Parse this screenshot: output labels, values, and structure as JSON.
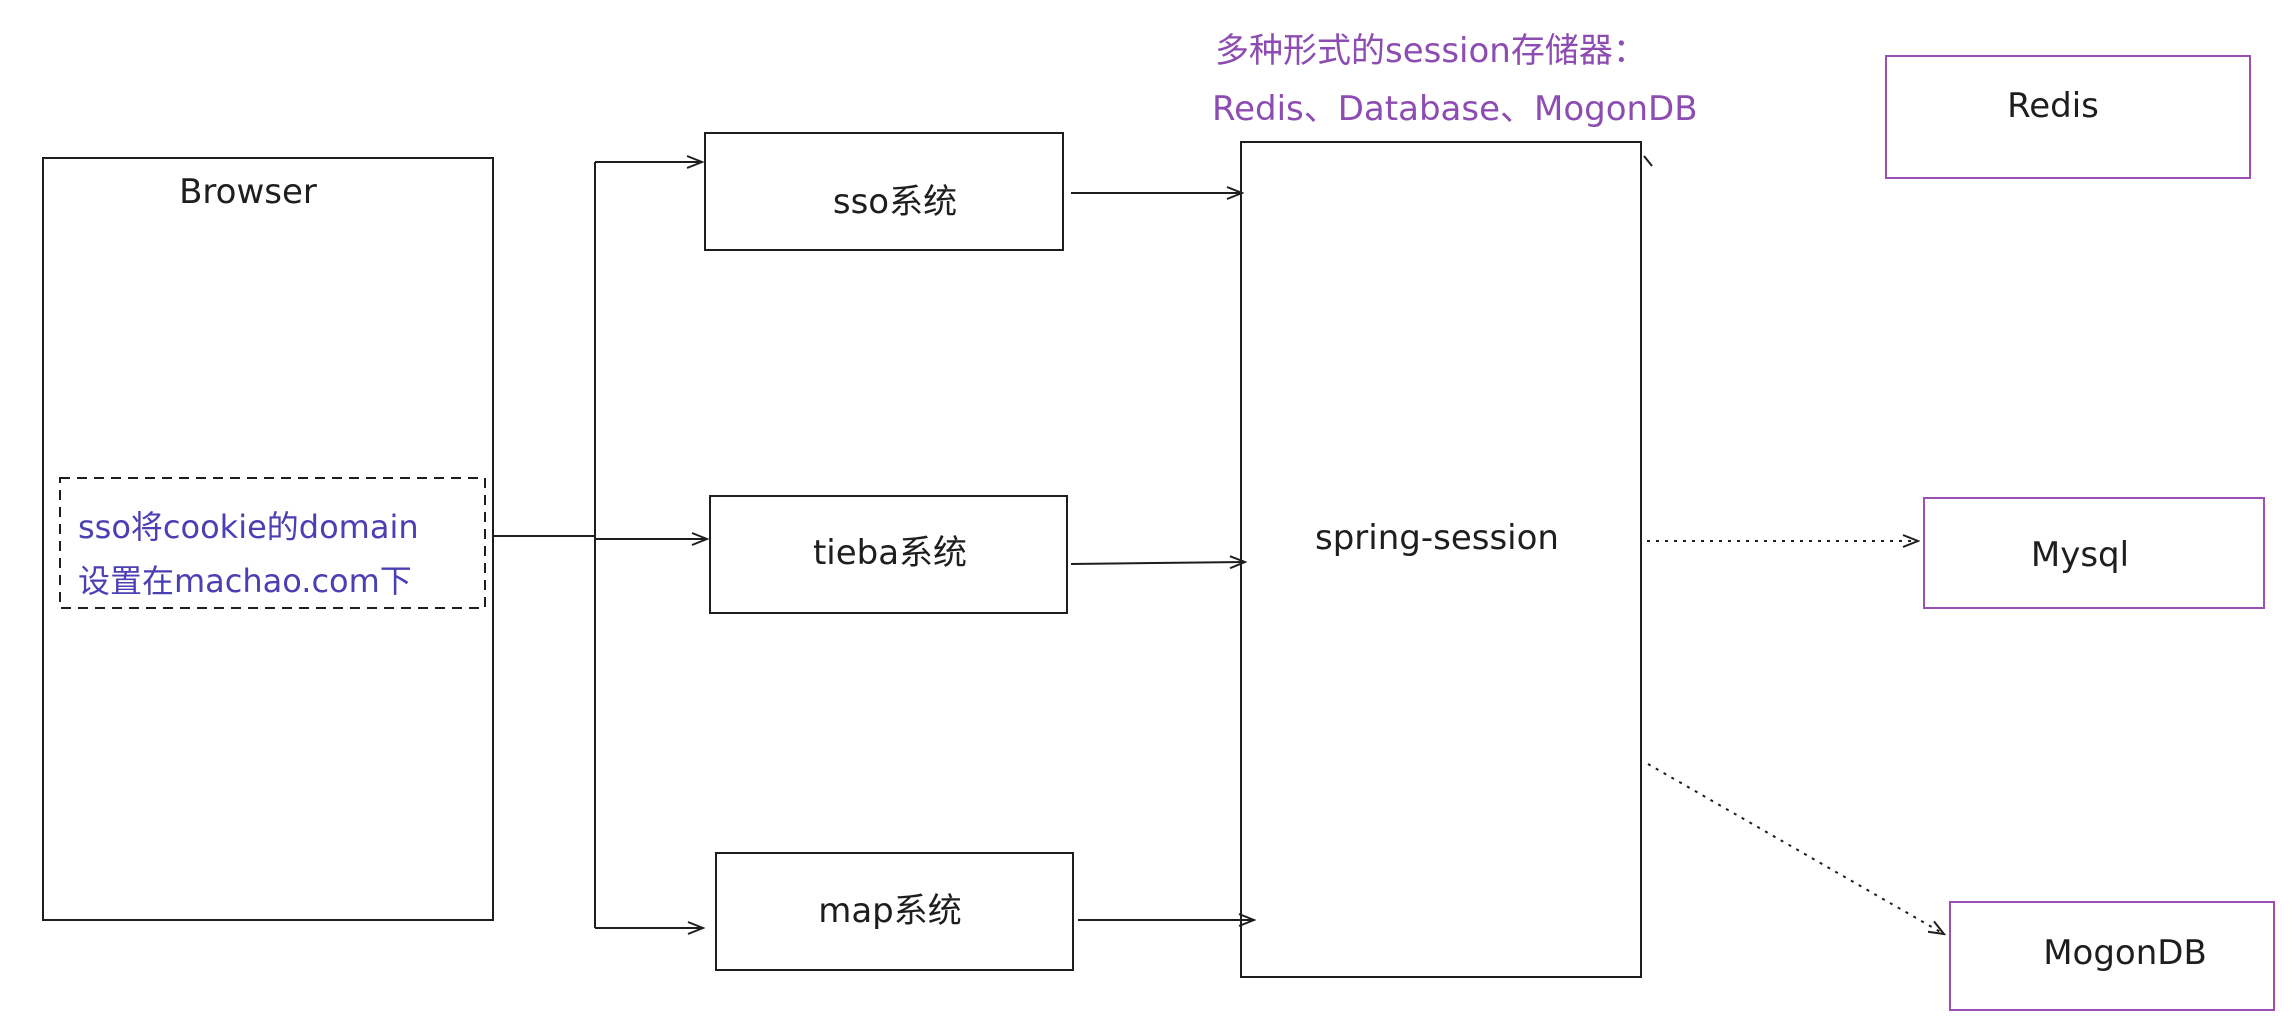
{
  "browser": {
    "title": "Browser",
    "note_line1": "sso将cookie的domain",
    "note_line2": "设置在machao.com下"
  },
  "systems": {
    "sso": "sso系统",
    "tieba": "tieba系统",
    "map": "map系统"
  },
  "session": {
    "label": "spring-session"
  },
  "storage_note": {
    "line1": "多种形式的session存储器：",
    "line2": "Redis、Database、MogonDB"
  },
  "stores": {
    "redis": "Redis",
    "mysql": "Mysql",
    "mongodb": "MogonDB"
  },
  "colors": {
    "stroke": "#1e1e1e",
    "purple": "#8d4cb2",
    "blue": "#4a3fb3"
  }
}
